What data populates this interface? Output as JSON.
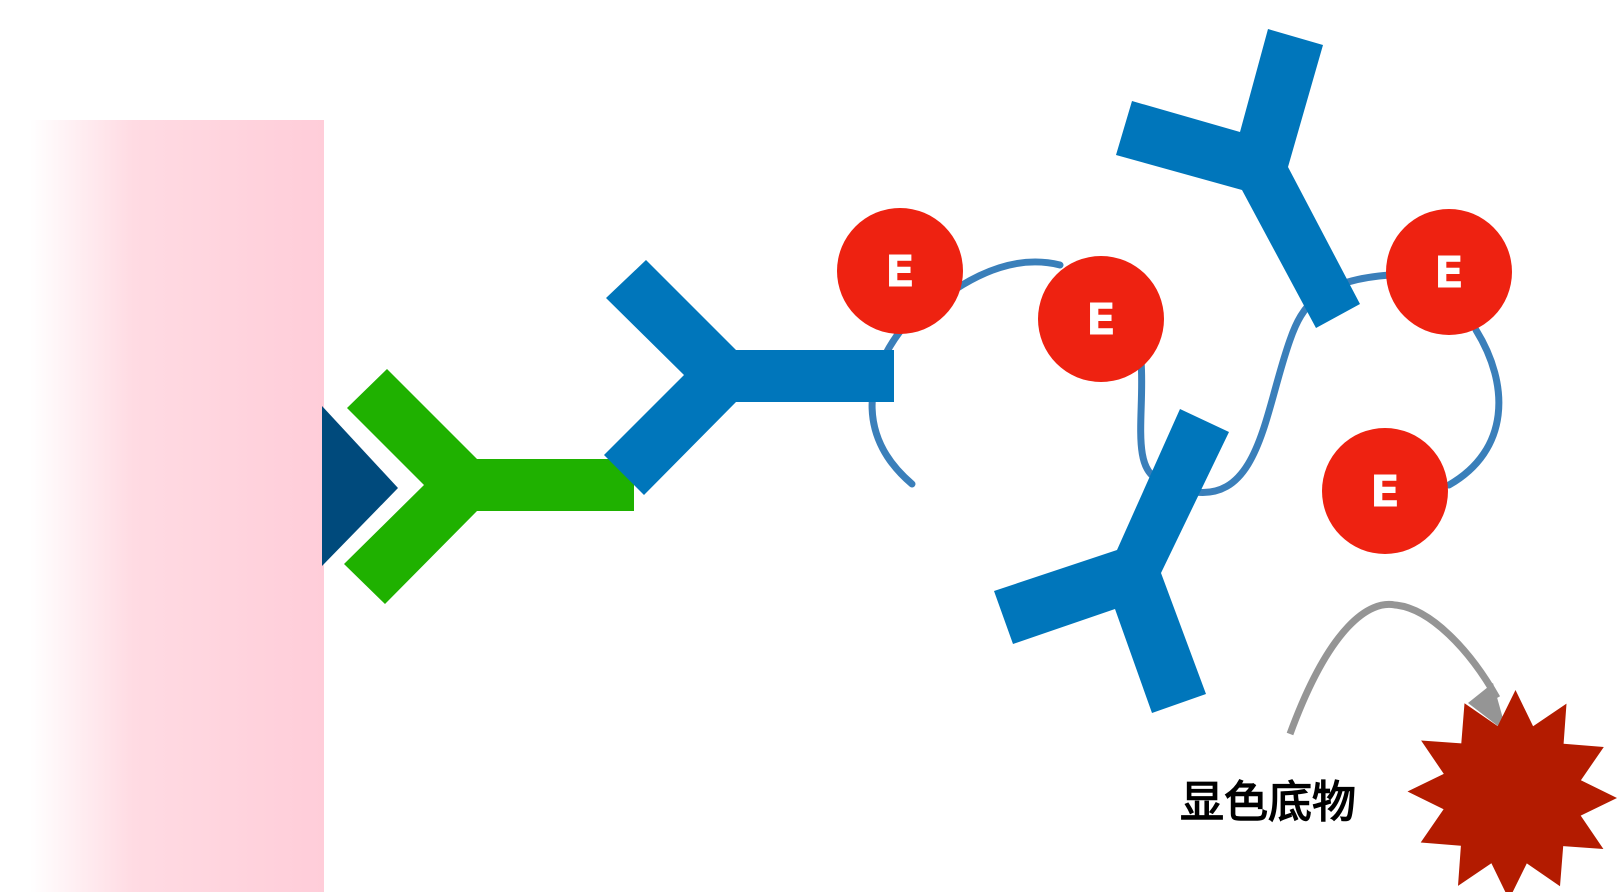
{
  "enzyme_label": "E",
  "substrate_label": "显色底物",
  "colors": {
    "surface_pink": "#ffcdd9",
    "antigen_navy": "#004a7c",
    "primary_antibody_green": "#1fb100",
    "secondary_antibody_blue": "#0076bb",
    "polymer_chain": "#3a7fba",
    "enzyme_red": "#ee2211",
    "reaction_arrow_gray": "#959595",
    "product_burst_darkred": "#b31b00",
    "substrate_text": "#000000"
  },
  "icons": {
    "surface": "tissue-surface",
    "antigen": "antigen-triangle",
    "primary_antibody": "primary-antibody-y",
    "secondary_antibodies": "secondary-antibody-y",
    "enzymes": "enzyme-circle",
    "arrow": "curved-arrow",
    "product": "colored-product-burst"
  }
}
